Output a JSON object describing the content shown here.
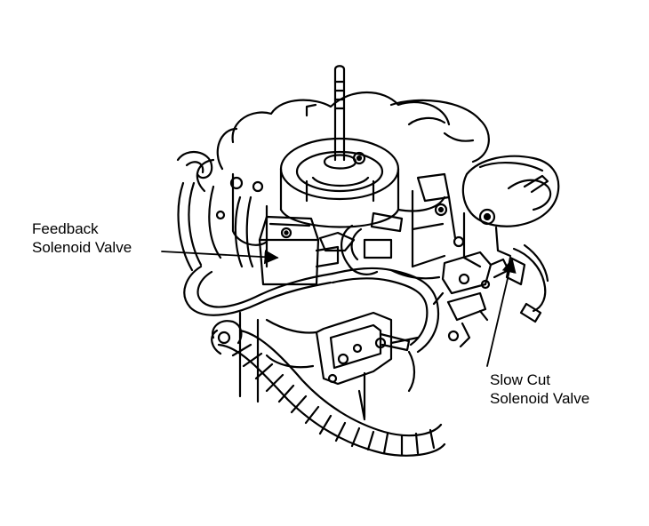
{
  "labels": {
    "feedback_valve": {
      "line1": "Feedback",
      "line2": "Solenoid Valve"
    },
    "slow_cut_valve": {
      "line1": "Slow Cut",
      "line2": "Solenoid Valve"
    }
  },
  "colors": {
    "ink": "#000000",
    "paper": "#ffffff"
  }
}
